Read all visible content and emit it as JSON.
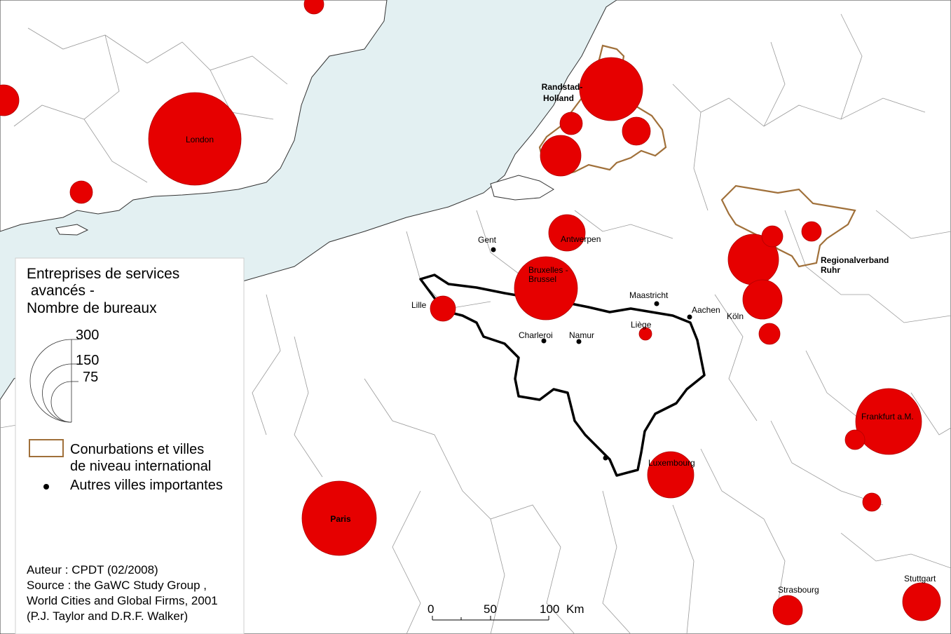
{
  "colors": {
    "sea": "#e3f0f2",
    "land": "#ffffff",
    "borders": "#9a9a9a",
    "belgium_border": "#000000",
    "conurbation_outline": "#a0703a",
    "city_circle": "#e60000",
    "city_stroke": "#b00000"
  },
  "icons": {
    "legend_circles": "nested-semicircles-icon",
    "legend_conurbation": "outlined-rectangle-icon",
    "legend_city": "black-dot-icon"
  },
  "legend": {
    "title_line1": "Entreprises de services",
    "title_line2": " avancés -",
    "title_line3": "Nombre de bureaux",
    "size_values": [
      "300",
      "150",
      "75"
    ],
    "conurbation_line1": "Conurbations et villes",
    "conurbation_line2": "de niveau international",
    "other_cities": "Autres villes importantes",
    "author": "Auteur : CPDT (02/2008)",
    "source1": "Source : the GaWC Study Group ,",
    "source2": "World Cities and Global Firms, 2001",
    "source3": "(P.J. Taylor and D.R.F. Walker)"
  },
  "scalebar": {
    "ticks": [
      "0",
      "50",
      "100"
    ],
    "unit": "Km"
  },
  "labels": {
    "london": "London",
    "paris": "Paris",
    "randstad1": "Randstad-",
    "randstad2": "Holland",
    "antwerpen": "Antwerpen",
    "gent": "Gent",
    "bruxelles1": "Bruxelles -",
    "bruxelles2": "Brussel",
    "lille": "Lille",
    "charleroi": "Charleroi",
    "namur": "Namur",
    "liege": "Liège",
    "maastricht": "Maastricht",
    "aachen": "Aachen",
    "koln": "Köln",
    "ruhr1": "Regionalverband",
    "ruhr2": "Ruhr",
    "frankfurt": "Frankfurt a.M.",
    "luxembourg": "Luxembourg",
    "strasbourg": "Strasbourg",
    "stuttgart": "Stuttgart"
  }
}
